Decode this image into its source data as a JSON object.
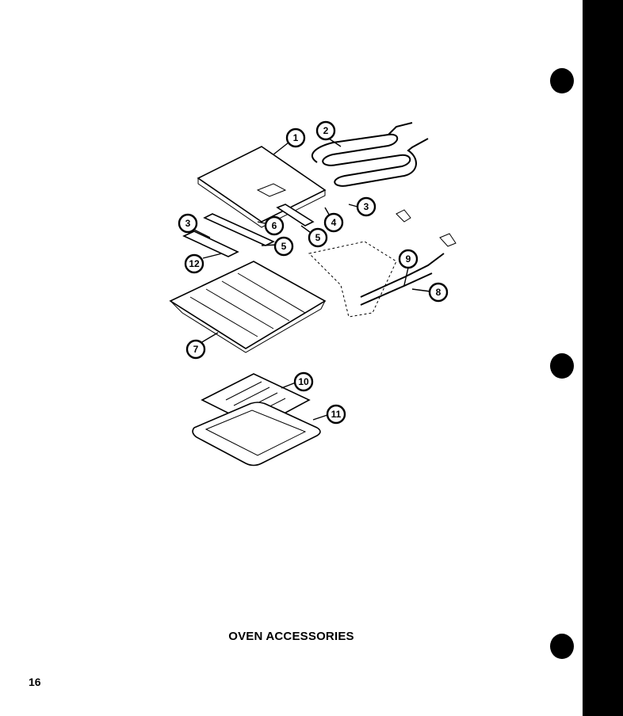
{
  "caption": "OVEN ACCESSORIES",
  "page_number": "16",
  "callouts": [
    "1",
    "2",
    "3",
    "3",
    "4",
    "5",
    "5",
    "6",
    "7",
    "8",
    "9",
    "10",
    "11",
    "12"
  ],
  "colors": {
    "ink": "#000000",
    "paper": "#ffffff"
  }
}
